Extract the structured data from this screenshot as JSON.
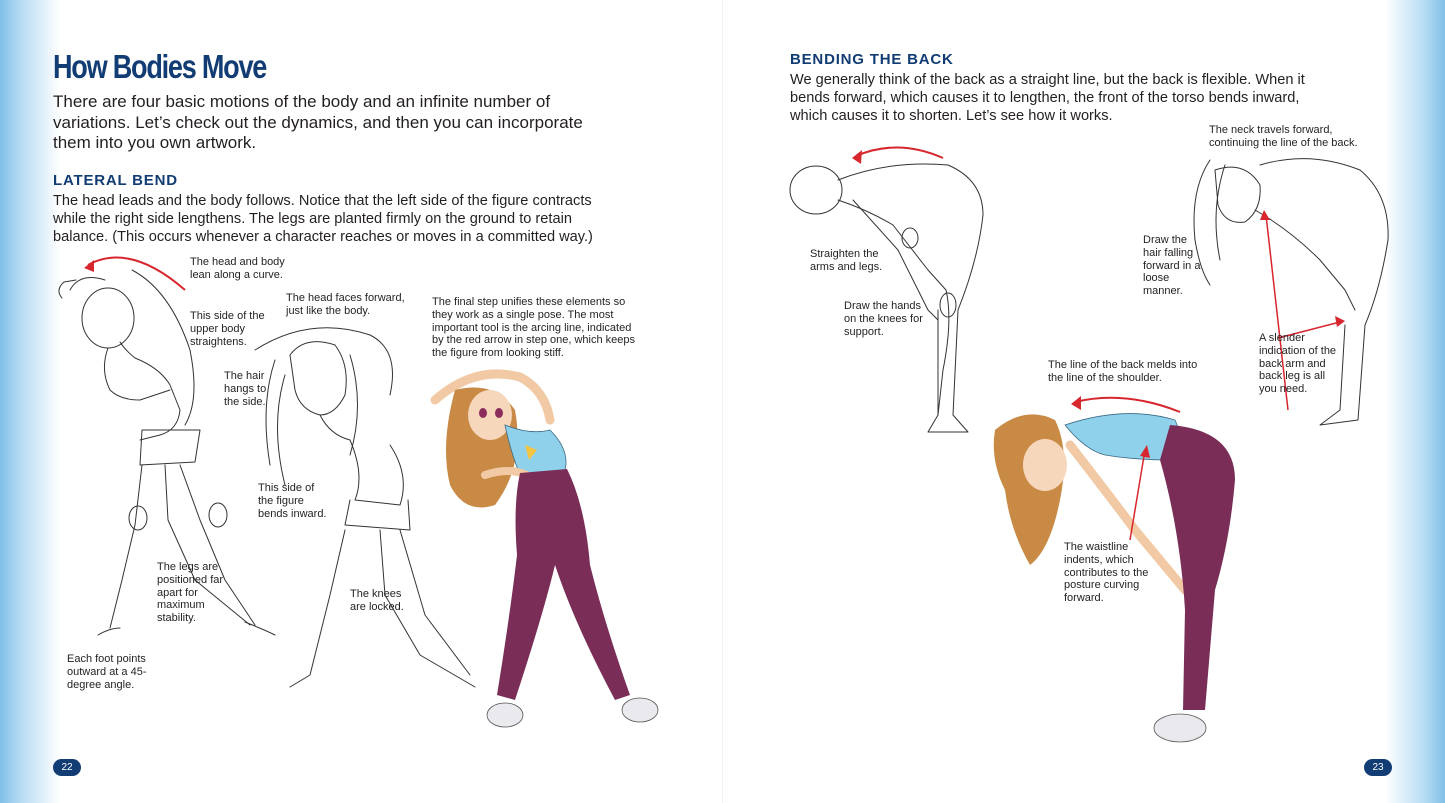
{
  "left_page": {
    "title": "How Bodies Move",
    "intro": "There are four basic motions of the body and an infinite number of variations. Let’s check out the dynamics, and then you can incorporate them into you own artwork.",
    "section": {
      "heading": "LATERAL BEND",
      "text": "The head leads and the body follows. Notice that the left side of the figure contracts while the right side lengthens. The legs are planted firmly on the ground to retain balance. (This occurs whenever a character reaches or moves in a committed way.)"
    },
    "captions": {
      "head_body_lean": "The head and body lean along a curve.",
      "upper_body_straightens": "This side of the upper body straightens.",
      "legs_apart": "The legs are positioned far apart for maximum stability.",
      "foot_outward": "Each foot points outward at a 45-degree angle.",
      "head_forward": "The head faces forward, just like the body.",
      "hair_hangs": "The hair hangs to the side.",
      "side_bends_inward": "This side of the figure bends inward.",
      "knees_locked": "The knees are locked.",
      "final_step": "The final step unifies these elements so they work as a single pose. The most important tool is the arcing line, indicated by the red arrow in step one, which keeps the figure from looking stiff."
    },
    "page_number": "22"
  },
  "right_page": {
    "section": {
      "heading": "BENDING THE BACK",
      "text": "We generally think of the back as a straight line, but the back is flexible. When it bends forward, which causes it to lengthen, the front of the torso bends inward, which causes it to shorten. Let’s see how it works."
    },
    "captions": {
      "straighten_arms": "Straighten the arms and legs.",
      "hands_on_knees": "Draw the hands on the knees for support.",
      "neck_travels": "The neck travels forward, continuing the line of the back.",
      "hair_falling": "Draw the hair falling forward in a loose manner.",
      "slender_indication": "A slender indication of the back arm and back leg is all you need.",
      "back_melds": "The line of the back melds into the line of the shoulder.",
      "waistline": "The waistline indents, which contributes to the posture curving forward."
    },
    "page_number": "23"
  },
  "colors": {
    "heading_blue": "#123c74",
    "edge_blue": "#7fbfe8",
    "arrow_red": "#d7262e",
    "top_blue": "#8fd0ea",
    "leggings_purple": "#7a2e57",
    "hair_orange": "#c98a45"
  }
}
